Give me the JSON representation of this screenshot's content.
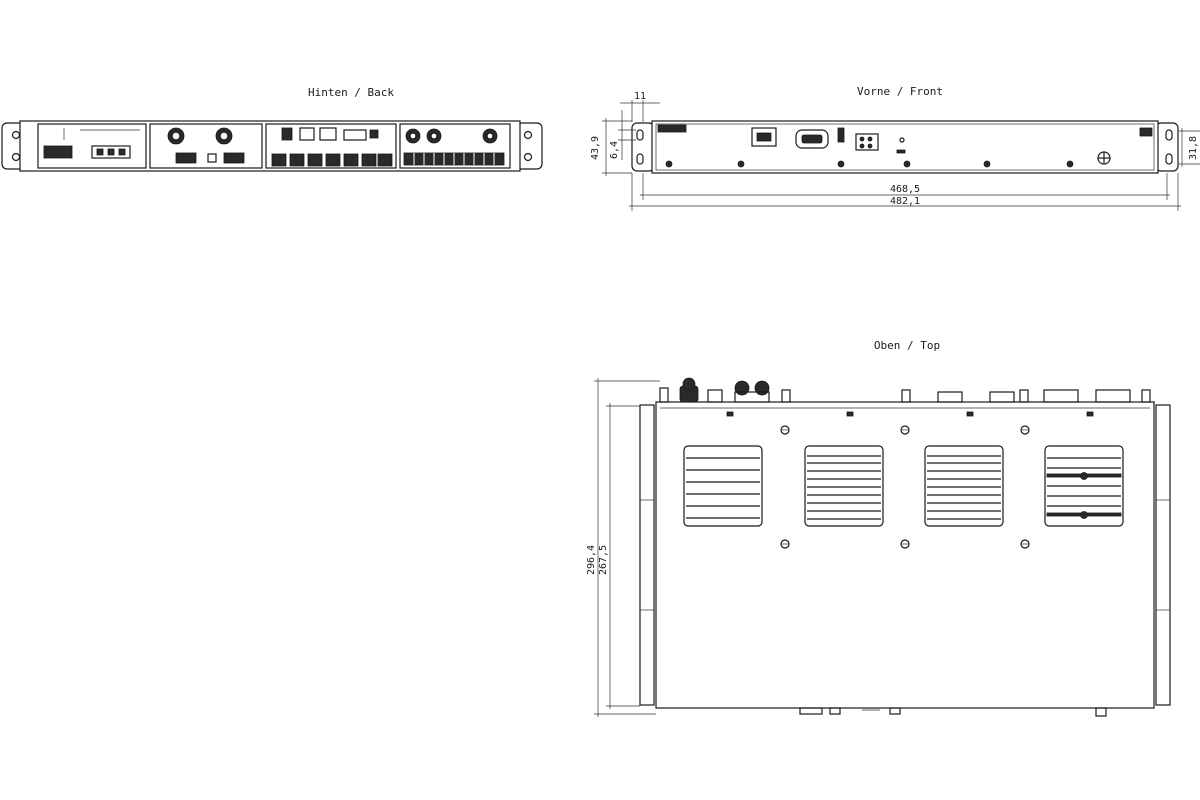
{
  "views": {
    "back": {
      "label": "Hinten / Back"
    },
    "front": {
      "label": "Vorne / Front"
    },
    "top": {
      "label": "Oben / Top"
    }
  },
  "dimensions": {
    "front_ear_width": "11",
    "front_height_total": "43,9",
    "front_ear_hole": "6,4",
    "front_right_height": "31,8",
    "front_inner_width": "468,5",
    "front_total_width": "482,1",
    "top_depth_total": "296,4",
    "top_depth_body": "267,5"
  }
}
